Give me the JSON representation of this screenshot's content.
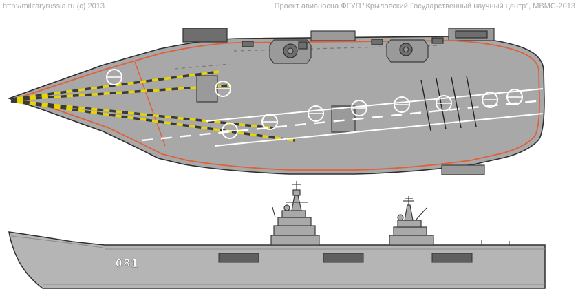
{
  "header": {
    "watermark": "http://militaryrussia.ru (c) 2013",
    "title": "Проект авианосца ФГУП \"Крыловский Государственный научный центр\", МВМС-2013"
  },
  "side_view": {
    "hull_number": "081"
  },
  "colors": {
    "deck_gray": "#a8a8a8",
    "hull_gray": "#b5b5b5",
    "outline": "#2f2f2f",
    "deck_edge_orange": "#e0603a",
    "track_yellow": "#e8d400",
    "marking_white": "#ffffff",
    "detail_dark": "#5f5f5f",
    "header_text": "#a9a9a9",
    "background": "#ffffff"
  }
}
